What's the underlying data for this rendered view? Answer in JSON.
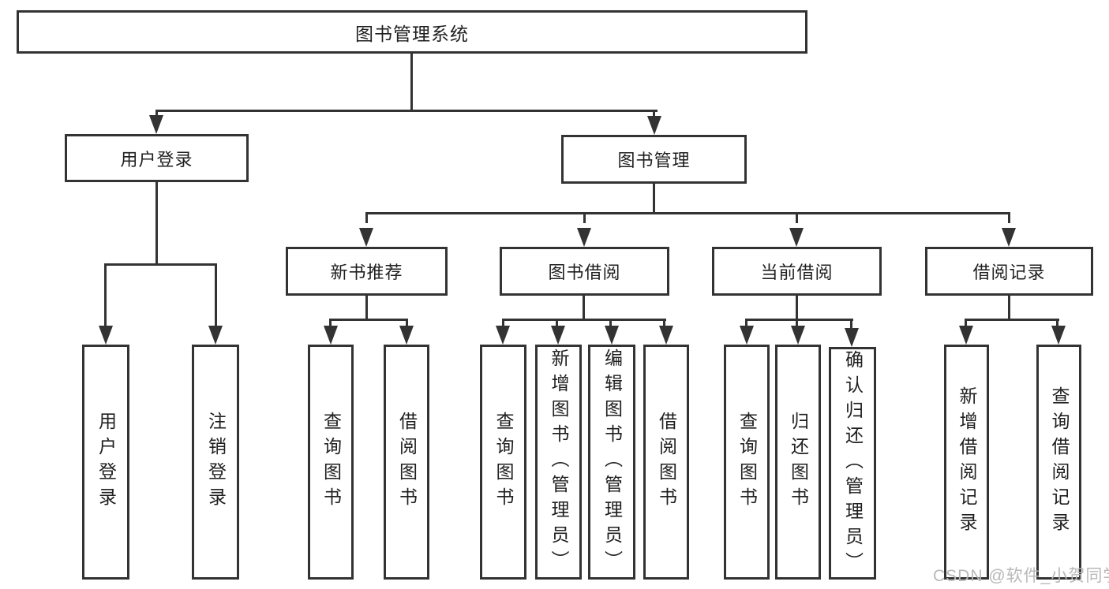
{
  "nodes": {
    "root": {
      "label": "图书管理系统"
    },
    "user_login": {
      "label": "用户登录"
    },
    "book_mgmt": {
      "label": "图书管理"
    },
    "new_book_rec": {
      "label": "新书推荐"
    },
    "book_borrow": {
      "label": "图书借阅"
    },
    "current_borrow": {
      "label": "当前借阅"
    },
    "borrow_record": {
      "label": "借阅记录"
    },
    "leaf_user_login": {
      "label": "用户登录"
    },
    "leaf_logout": {
      "label": "注销登录"
    },
    "leaf_rec_query": {
      "label": "查询图书"
    },
    "leaf_rec_borrow": {
      "label": "借阅图书"
    },
    "leaf_bb_query": {
      "label": "查询图书"
    },
    "leaf_bb_add": {
      "label": "新增图书（管理员）"
    },
    "leaf_bb_edit": {
      "label": "编辑图书（管理员）"
    },
    "leaf_bb_borrow": {
      "label": "借阅图书"
    },
    "leaf_cb_query": {
      "label": "查询图书"
    },
    "leaf_cb_return": {
      "label": "归还图书"
    },
    "leaf_cb_confirm": {
      "label": "确认归还（管理员）"
    },
    "leaf_br_add": {
      "label": "新增借阅记录"
    },
    "leaf_br_query": {
      "label": "查询借阅记录"
    }
  },
  "watermark": {
    "text": "CSDN @软件_小贺同学"
  },
  "colors": {
    "line": "#333333",
    "box_border": "#333333",
    "box_fill": "#ffffff",
    "text": "#1f1f1f",
    "watermark": "#b8b8b8",
    "background": "#ffffff"
  }
}
